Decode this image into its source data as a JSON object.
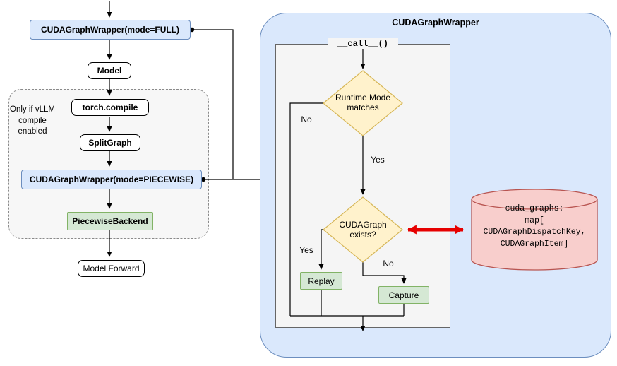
{
  "left_flow": {
    "wrapper_full_label": "CUDAGraphWrapper(mode=FULL)",
    "model_label": "Model",
    "note_label": "Only if vLLM compile enabled",
    "torch_compile_label": "torch.compile",
    "split_graph_label": "SplitGraph",
    "wrapper_piecewise_label": "CUDAGraphWrapper(mode=PIECEWISE)",
    "piecewise_backend_label": "PiecewiseBackend",
    "model_forward_label": "Model Forward"
  },
  "panel": {
    "title": "CUDAGraphWrapper",
    "call_label": "__call__()",
    "runtime_diamond_label": "Runtime Mode matches",
    "exists_diamond_label": "CUDAGraph exists?",
    "replay_label": "Replay",
    "capture_label": "Capture",
    "runtime_yes": "Yes",
    "runtime_no": "No",
    "exists_yes": "Yes",
    "exists_no": "No"
  },
  "datastore": {
    "line1": "cuda_graphs:",
    "line2": "map[",
    "line3": "CUDAGraphDispatchKey,",
    "line4": "CUDAGraphItem]"
  },
  "colors": {
    "node_blue_fill": "#dae8fc",
    "node_blue_stroke": "#6c8ebf",
    "green_fill": "#d5e8d4",
    "green_stroke": "#82b366",
    "yellow_fill": "#fff2cc",
    "yellow_stroke": "#d6b656",
    "pink_fill": "#f8cecc",
    "pink_stroke": "#b85450",
    "red_arrow": "#e60000"
  }
}
